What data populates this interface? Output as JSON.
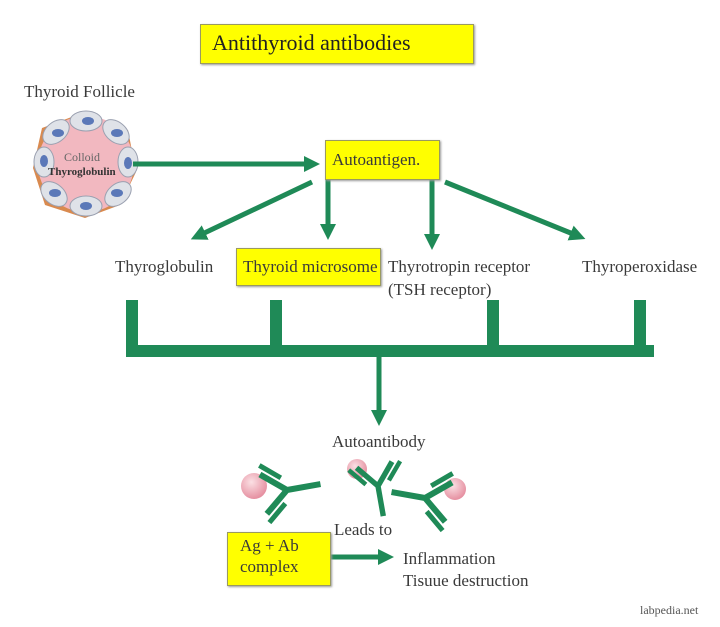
{
  "title": "Antithyroid antibodies",
  "follicle": {
    "label": "Thyroid Follicle",
    "colloid": "Colloid",
    "thyroglobulin": "Thyroglobulin"
  },
  "autoantigen": "Autoantigen.",
  "targets": {
    "thyroglobulin": "Thyroglobulin",
    "microsome": "Thyroid microsome",
    "tsh_line1": "Thyrotropin receptor",
    "tsh_line2": "(TSH receptor)",
    "thyroperoxidase": "Thyroperoxidase"
  },
  "autoantibody": "Autoantibody",
  "leads_to": "Leads to",
  "complex": {
    "line1": "Ag + Ab",
    "line2": "complex"
  },
  "outcomes": {
    "line1": "Inflammation",
    "line2": "Tisuue destruction"
  },
  "watermark": "labpedia.net",
  "colors": {
    "arrow_green": "#1f8a57",
    "highlight_yellow": "#ffff00",
    "colloid_pink": "#f2b8c0",
    "antigen_pink": "#e89aa8"
  }
}
